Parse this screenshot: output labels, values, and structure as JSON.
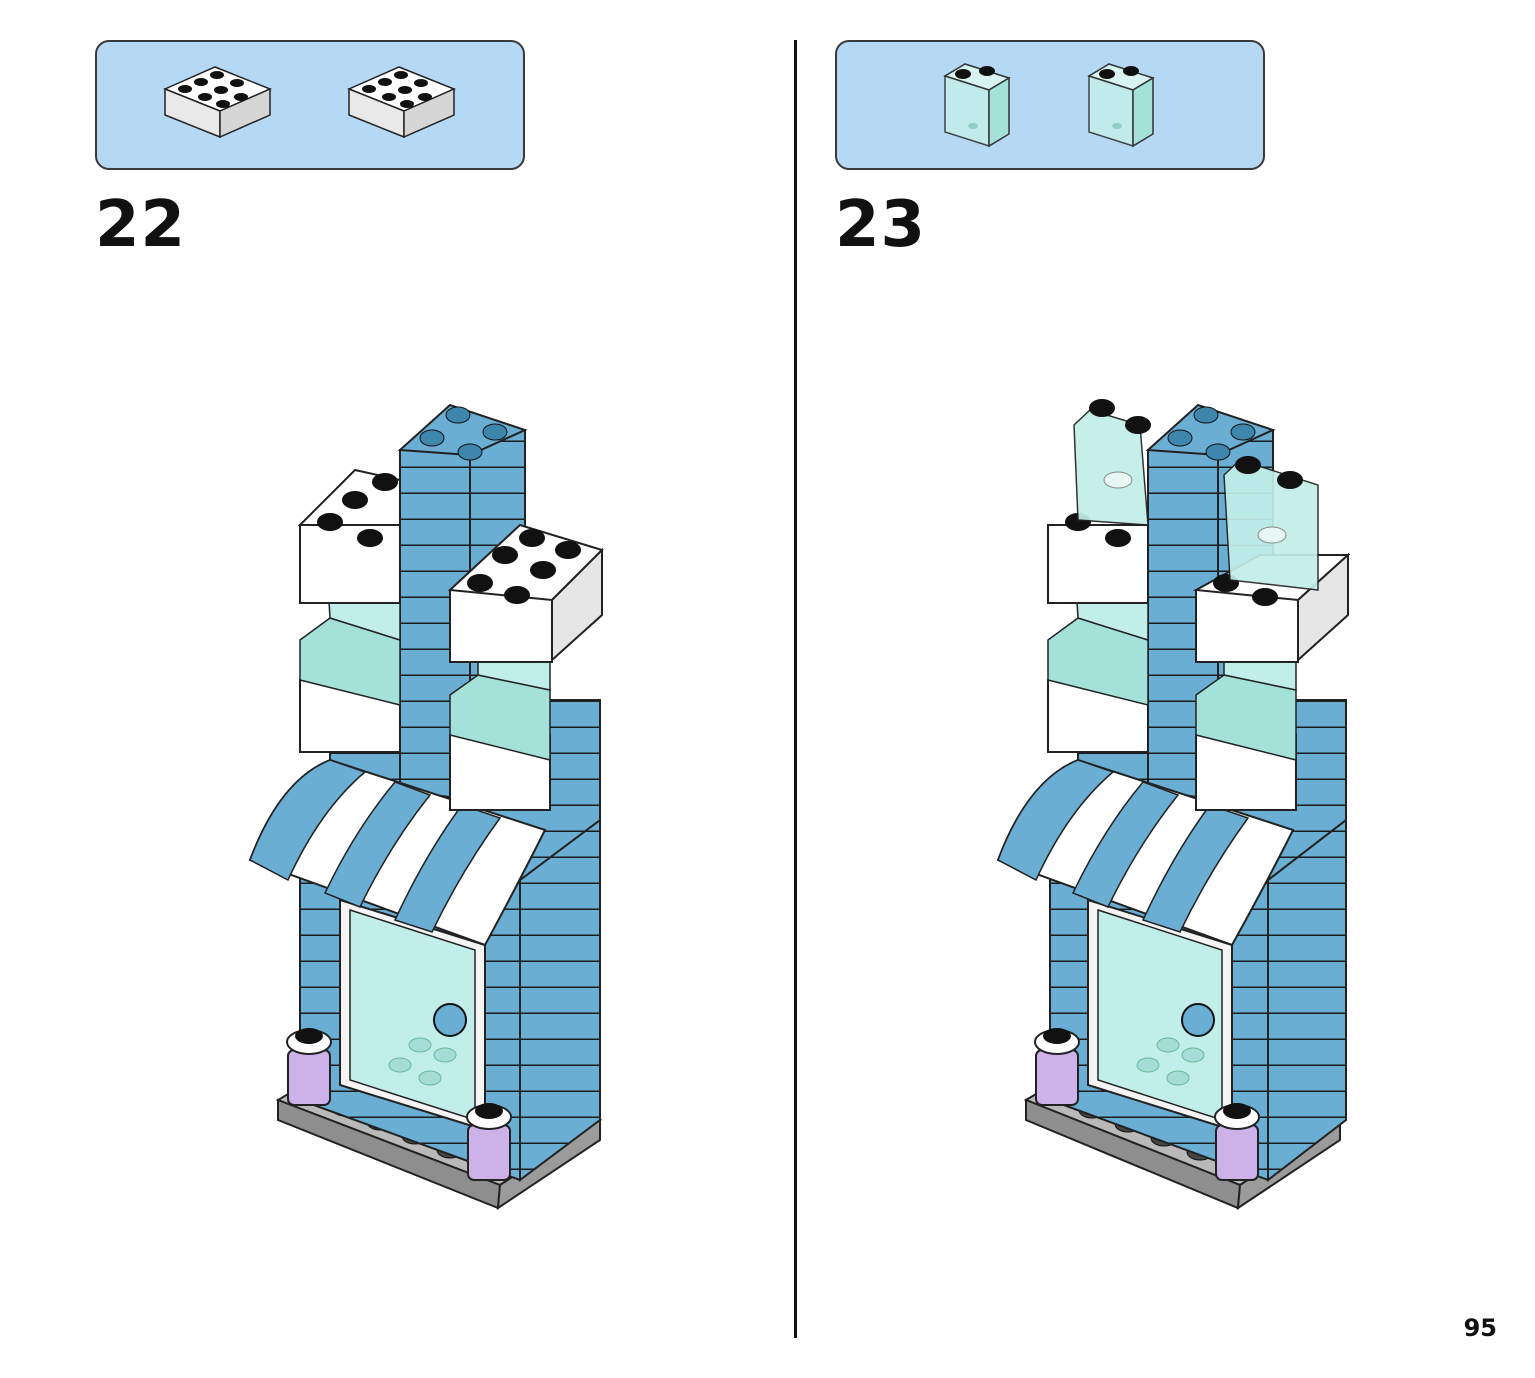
{
  "steps": [
    {
      "number": "22",
      "parts": [
        "white-brick-2x4",
        "white-brick-2x4"
      ]
    },
    {
      "number": "23",
      "parts": [
        "trans-clear-panel-1x2x2",
        "trans-clear-panel-1x2x2"
      ]
    }
  ],
  "page_number": "95",
  "colors": {
    "parts_box_bg": "#b5d8f5",
    "building_blue": "#6aaed3",
    "trans_clear": "#c2eee9",
    "white": "#ffffff",
    "plate_gray": "#a8a8a8",
    "lavender": "#cdb2ea"
  }
}
